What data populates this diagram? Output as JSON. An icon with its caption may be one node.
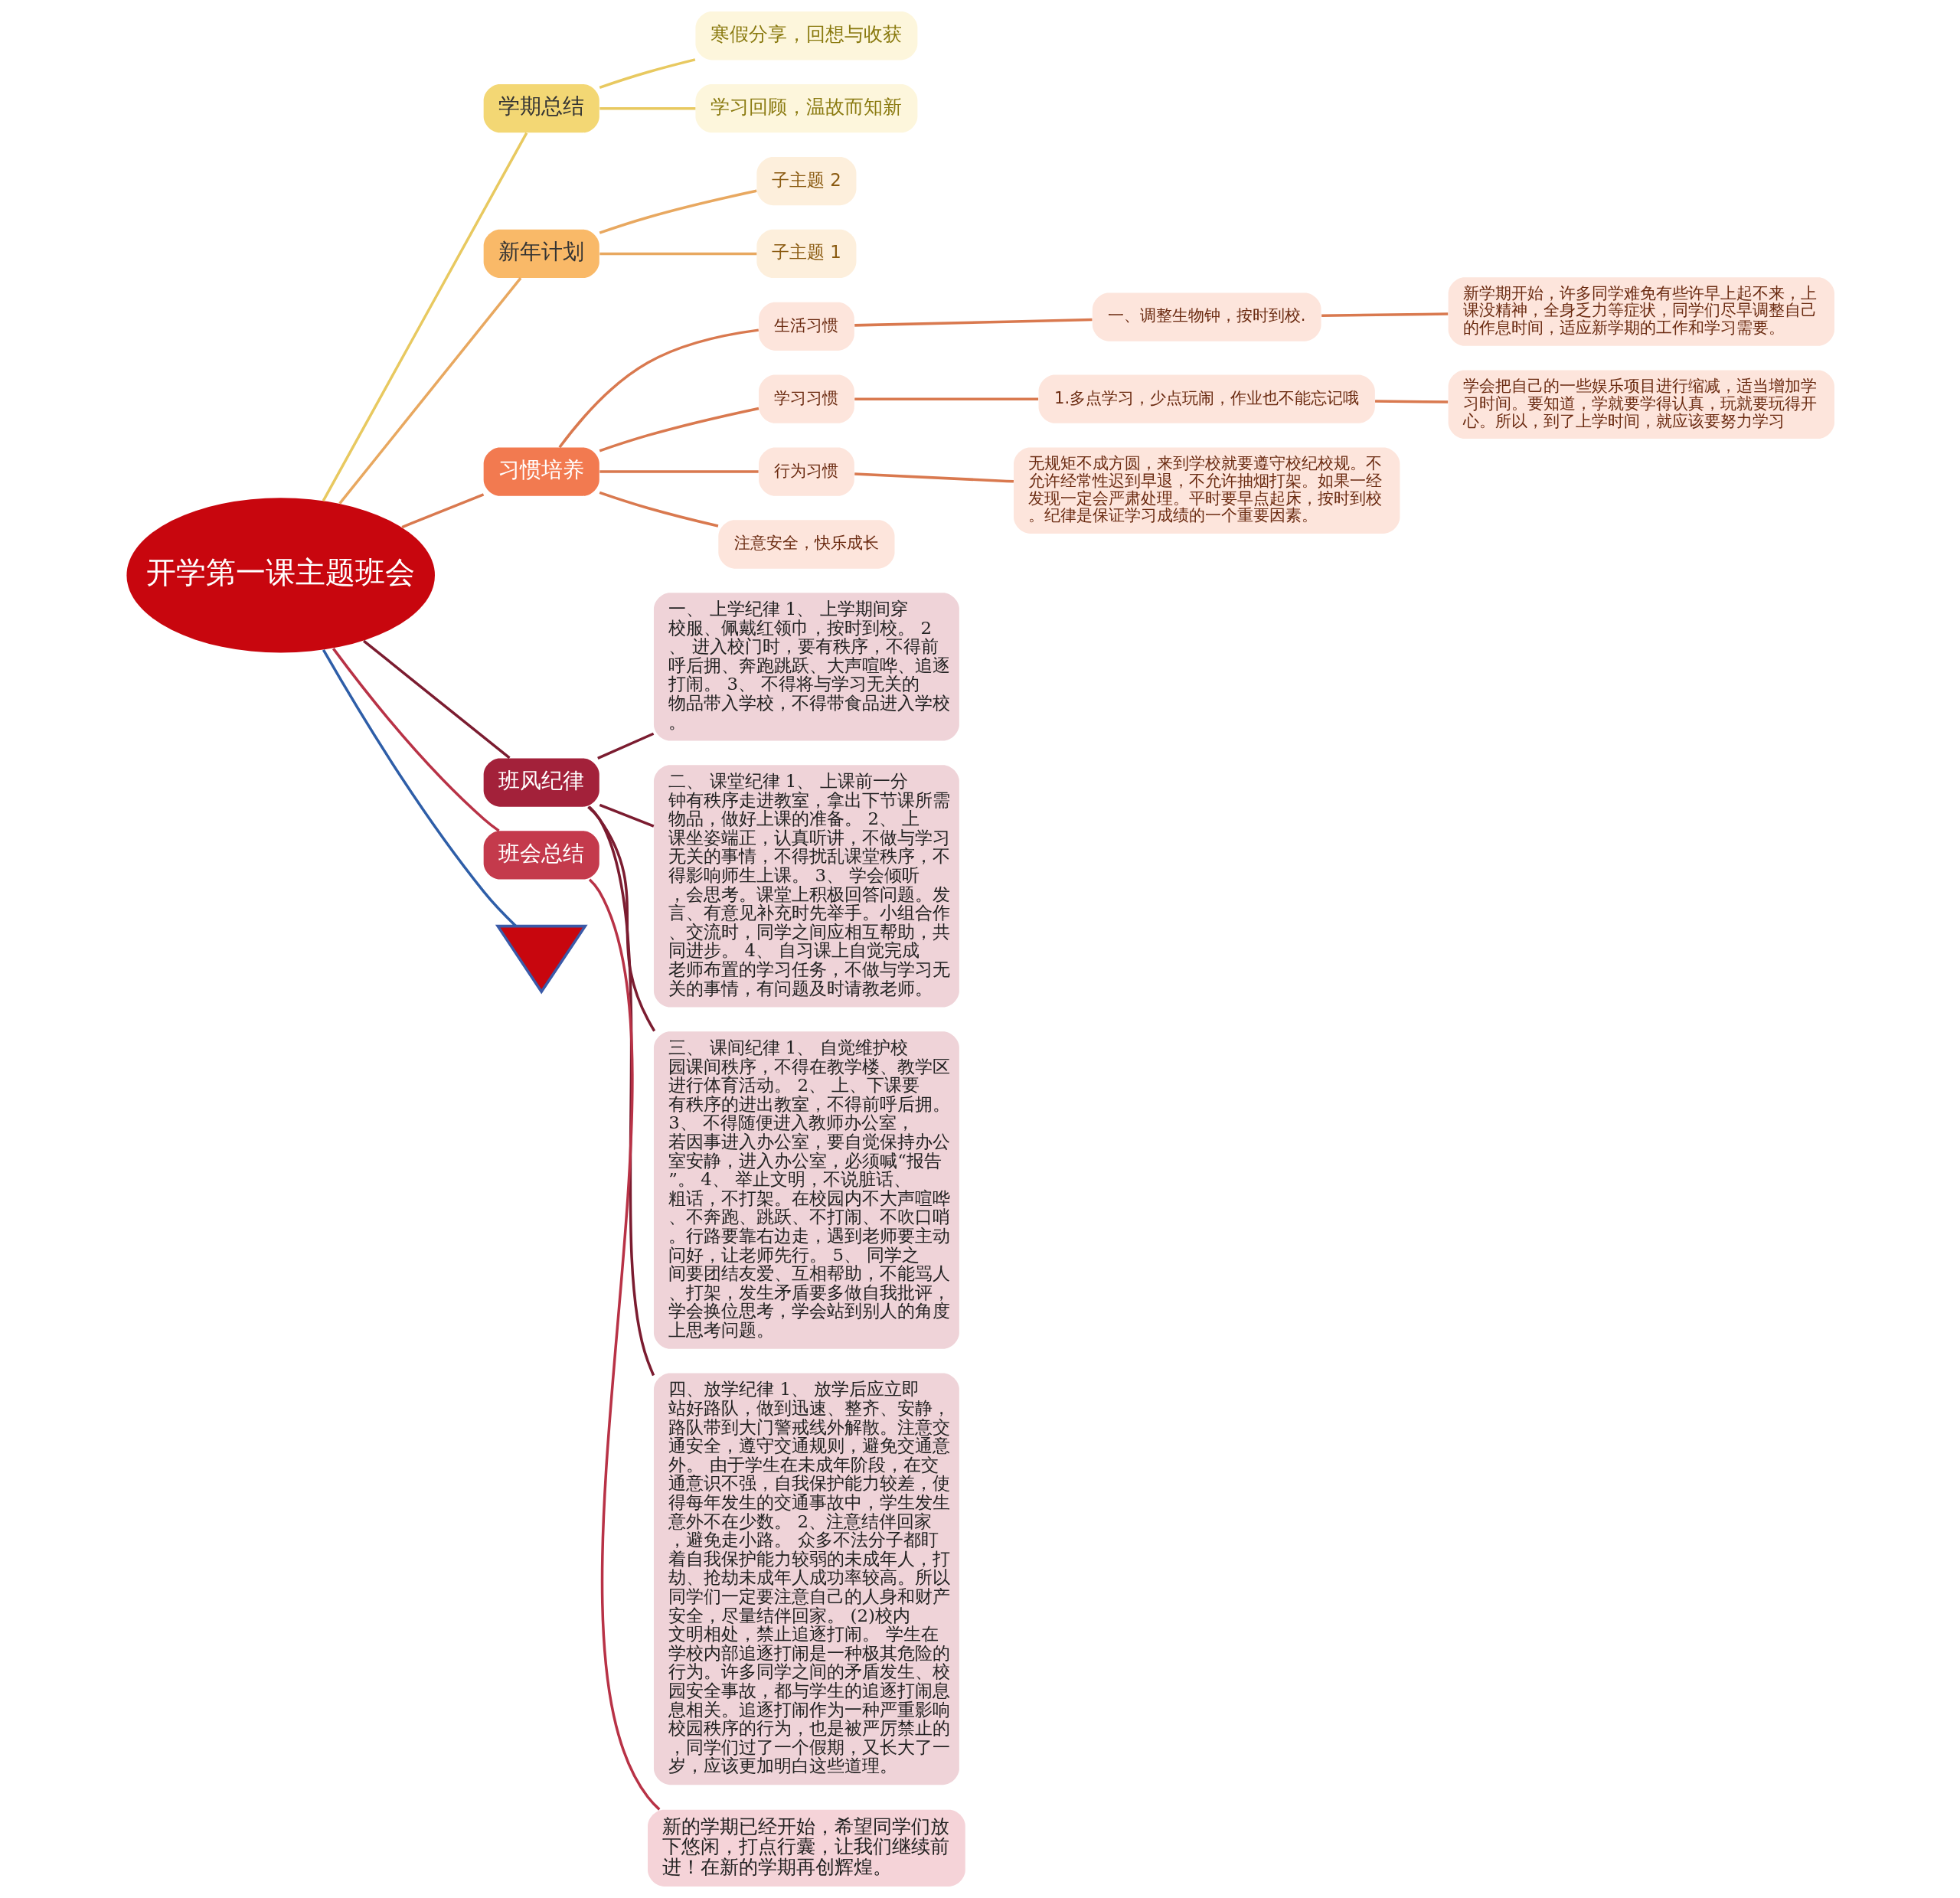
{
  "diagram": {
    "nodes": [
      {
        "text": [
          "开学第一课主题班会"
        ]
      },
      {
        "text": [
          "学期总结"
        ]
      },
      {
        "text": [
          "寒假分享，回想与收获"
        ]
      },
      {
        "text": [
          "学习回顾，温故而知新"
        ]
      },
      {
        "text": [
          "新年计划"
        ]
      },
      {
        "text": [
          "子主题 2"
        ]
      },
      {
        "text": [
          "子主题 1"
        ]
      },
      {
        "text": [
          "习惯培养"
        ]
      },
      {
        "text": [
          "生活习惯"
        ]
      },
      {
        "text": [
          "一、调整生物钟，按时到校."
        ]
      },
      {
        "text": [
          "新学期开始，许多同学难免有些许早上起不来，上课没精神，全身乏力等症状，同学们尽早调整自己的作息时间，适应新学期的工作和学习需要。"
        ]
      },
      {
        "text": [
          "学习习惯"
        ]
      },
      {
        "text": [
          "1.多点学习，少点玩闹，作业也不能忘记哦"
        ]
      },
      {
        "text": [
          "学会把自己的一些娱乐项目进行缩减，适当增加学习时间。要知道，学就要学得认真，玩就要玩得开心。所以，到了上学时间，就应该要努力学习"
        ]
      },
      {
        "text": [
          "行为习惯"
        ]
      },
      {
        "text": [
          "无规矩不成方圆，来到学校就要遵守校纪校规。不允许经常性迟到早退，不允许抽烟打架。如果一经发现一定会严肃处理。平时要早点起床，按时到校。纪律是保证学习成绩的一个重要因素。"
        ]
      },
      {
        "text": [
          "注意安全，快乐成长"
        ]
      },
      {
        "text": [
          "班风纪律"
        ]
      },
      {
        "text": [
          "一、 上学纪律 1、 上学期间穿校服、佩戴红领巾，按时到校。 2、 进入校门时，要有秩序，不得前呼后拥、奔跑跳跃、大声喧哗、追逐打闹。 3、 不得将与学习无关的物品带入学校，不得带食品进入学校。"
        ]
      },
      {
        "text": [
          "二、 课堂纪律 1、 上课前一分钟有秩序走进教室，拿出下节课所需物品，做好上课的准备。 2、 上课坐姿端正，认真听讲，不做与学习无关的事情，不得扰乱课堂秩序，不得影响师生上课。 3、 学会倾听，会思考。课堂上积极回答问题。发言、有意见补充时先举手。小组合作、交流时，同学之间应相互帮助，共同进步。 4、 自习课上自觉完成老师布置的学习任务，不做与学习无关的事情，有问题及时请教老师。"
        ]
      },
      {
        "text": [
          "三、 课间纪律 1、 自觉维护校园课间秩序，不得在教学楼、教学区进行体育活动。 2、 上、下课要有秩序的进出教室，不得前呼后拥。 3、 不得随便进入教师办公室，若因事进入办公室，要自觉保持办公室安静，进入办公室，必须喊“报告”。 4、 举止文明，不说脏话、粗话，不打架。在校园内不大声喧哗、不奔跑、跳跃、不打闹、不吹口哨。行路要靠右边走，遇到老师要主动问好，让老师先行。 5、 同学之间要团结友爱、互相帮助，不能骂人、打架，发生矛盾要多做自我批评，学会换位思考，学会站到别人的角度上思考问题。"
        ]
      },
      {
        "text": [
          "四、放学纪律 1、 放学后应立即站好路队，做到迅速、整齐、安静，路队带到大门警戒线外解散。注意交通安全，遵守交通规则，避免交通意外。 由于学生在未成年阶段，在交通意识不强，自我保护能力较差，使得每年发生的交通事故中，学生发生意外不在少数。 2、注意结伴回家，避免走小路。 众多不法分子都盯着自我保护能力较弱的未成年人，打劫、抢劫未成年人成功率较高。所以同学们一定要注意自己的人身和财产安全，尽量结伴回家。 (2)校内文明相处，禁止追逐打闹。 学生在学校内部追逐打闹是一种极其危险的行为。许多同学之间的矛盾发生、校园安全事故，都与学生的追逐打闹息息相关。追逐打闹作为一种严重影响校园秩序的行为，也是被严厉禁止的，同学们过了一个假期，又长大了一岁，应该更加明白这些道理。"
        ]
      },
      {
        "text": [
          "班会总结"
        ]
      },
      {
        "text": [
          "新的学期已经开始，希望同学们放下悠闲，打点行囊，让我们继续前进！在新的学期再创辉煌。"
        ]
      },
      {
        "text": [],
        "shape": "tail"
      }
    ],
    "edges": [
      {
        "from": 0,
        "to": 24,
        "arrow": "none",
        "color": "#2e5ea8"
      },
      {
        "from": 0,
        "to": 1,
        "arrow": "none",
        "color": "#e8c960"
      },
      {
        "from": 1,
        "to": 2,
        "arrow": "none",
        "color": "#e8c960"
      },
      {
        "from": 1,
        "to": 3,
        "arrow": "none",
        "color": "#e8c960"
      },
      {
        "from": 0,
        "to": 4,
        "arrow": "none",
        "color": "#e8a860"
      },
      {
        "from": 4,
        "to": 5,
        "arrow": "none",
        "color": "#e8a860"
      },
      {
        "from": 4,
        "to": 6,
        "arrow": "none",
        "color": "#e8a860"
      },
      {
        "from": 0,
        "to": 7,
        "arrow": "none"
      },
      {
        "from": 7,
        "to": 8,
        "arrow": "none"
      },
      {
        "from": 8,
        "to": 9,
        "arrow": "none"
      },
      {
        "from": 9,
        "to": 10,
        "arrow": "none"
      },
      {
        "from": 7,
        "to": 11,
        "arrow": "none"
      },
      {
        "from": 11,
        "to": 12,
        "arrow": "none"
      },
      {
        "from": 12,
        "to": 13,
        "arrow": "none"
      },
      {
        "from": 7,
        "to": 14,
        "arrow": "none"
      },
      {
        "from": 14,
        "to": 15,
        "arrow": "none"
      },
      {
        "from": 7,
        "to": 16,
        "arrow": "none"
      },
      {
        "from": 0,
        "to": 17,
        "arrow": "none",
        "color": "#7b1c30"
      },
      {
        "from": 17,
        "to": 18,
        "arrow": "none",
        "color": "#7b1c30"
      },
      {
        "from": 17,
        "to": 19,
        "arrow": "none",
        "color": "#7b1c30"
      },
      {
        "from": 17,
        "to": 20,
        "arrow": "none",
        "color": "#7b1c30"
      },
      {
        "from": 17,
        "to": 21,
        "arrow": "none",
        "color": "#7b1c30"
      },
      {
        "from": 0,
        "to": 22,
        "arrow": "none",
        "color": "#b83246"
      },
      {
        "from": 22,
        "to": 23,
        "arrow": "none",
        "color": "#b83246"
      }
    ]
  }
}
